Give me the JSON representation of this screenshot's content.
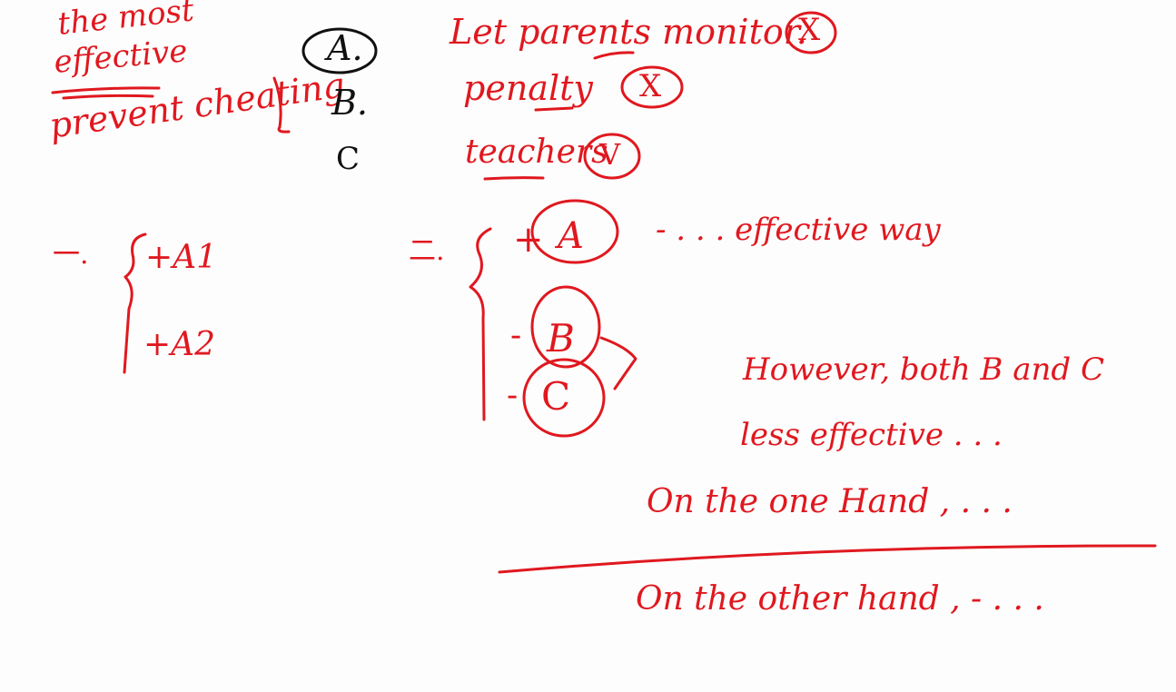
{
  "canvas": {
    "ink_color": "#e0181f",
    "secondary_ink_color": "#111111",
    "background": "#fdfdfd"
  },
  "notes": {
    "topic": {
      "line1": "the most",
      "line2": "effective",
      "line3": "prevent cheating"
    },
    "options": [
      {
        "label": "A.",
        "text": "Let parents monitor.",
        "mark": "X"
      },
      {
        "label": "B.",
        "text": "penalty",
        "mark": "X"
      },
      {
        "label": "C",
        "text": "teachers",
        "mark": "V"
      }
    ],
    "outline1": {
      "number": "一.",
      "items": [
        "+A1",
        "+A2"
      ]
    },
    "outline2": {
      "number": "二.",
      "items": [
        {
          "sign": "+",
          "letter": "A"
        },
        {
          "sign": "-",
          "letter": "B"
        },
        {
          "sign": "-",
          "letter": "C"
        }
      ],
      "a_note": "- . . . effective way"
    },
    "conclusion": {
      "line1": "However, both B and C",
      "line2": "less effective . . .",
      "line3": "On the one Hand , . . .",
      "line4": "On the other hand , - . . ."
    }
  }
}
